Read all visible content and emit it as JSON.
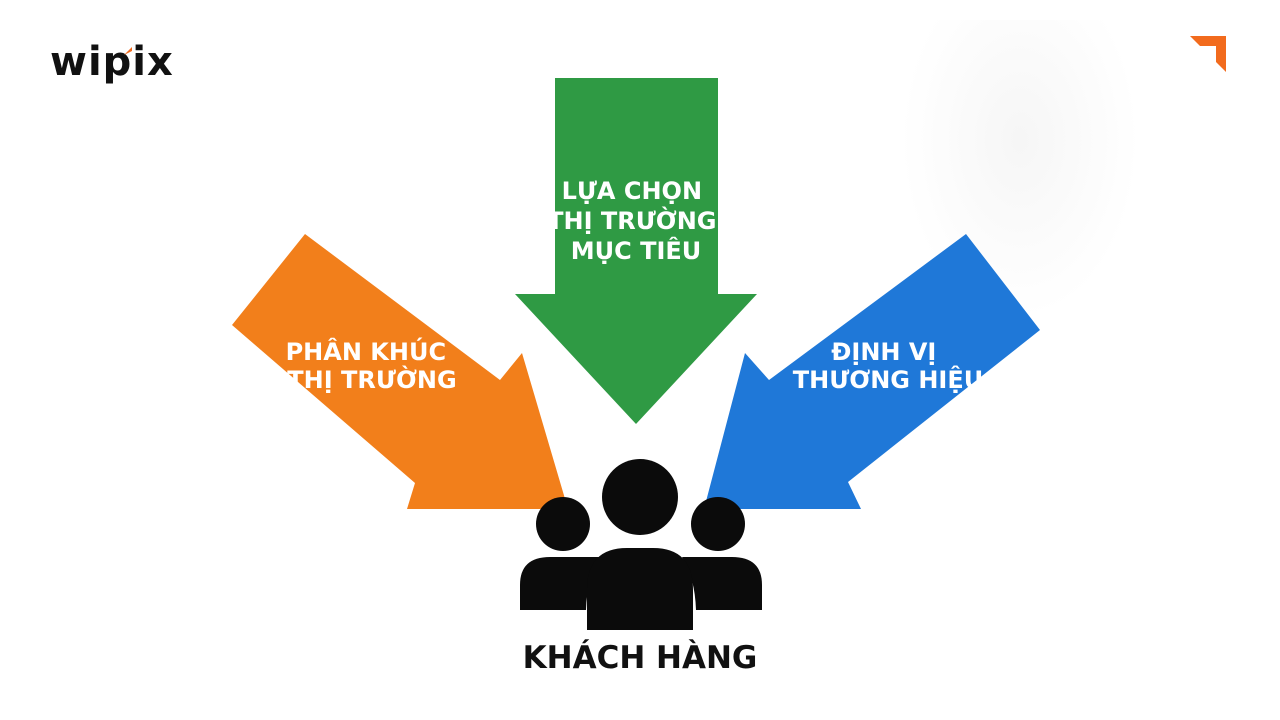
{
  "brand": {
    "logo_text": "wipix",
    "accent_color": "#f26b1d"
  },
  "diagram": {
    "arrows": [
      {
        "id": "segmentation",
        "color": "#f27f1b",
        "lines": [
          "PHÂN KHÚC",
          "THỊ TRƯỜNG"
        ]
      },
      {
        "id": "targeting",
        "color": "#2f9a44",
        "lines": [
          "LỰA CHỌN",
          "THỊ TRƯỜNG",
          "MỤC TIÊU"
        ]
      },
      {
        "id": "positioning",
        "color": "#1f78d8",
        "lines": [
          "ĐỊNH VỊ",
          "THƯƠNG HIỆU"
        ]
      }
    ],
    "center": {
      "icon": "people-group-icon",
      "label": "KHÁCH HÀNG"
    }
  }
}
